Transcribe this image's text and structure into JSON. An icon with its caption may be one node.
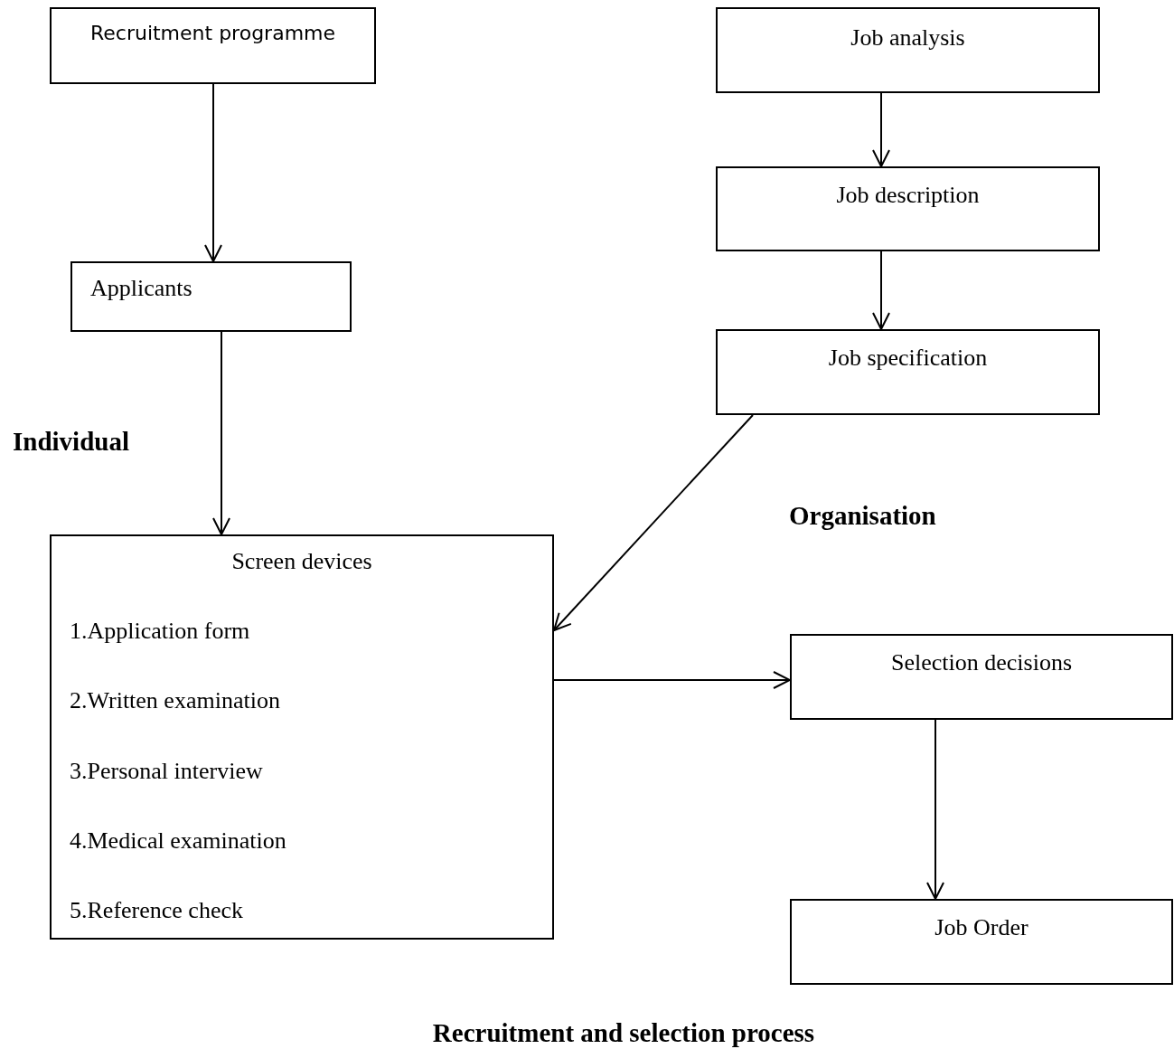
{
  "diagram": {
    "caption": "Recruitment and selection process",
    "nodes": [
      {
        "text": [
          "Recruitment programme"
        ]
      },
      {
        "text": [
          "Applicants"
        ]
      },
      {
        "text": [
          "Job analysis"
        ]
      },
      {
        "text": [
          "Job description"
        ]
      },
      {
        "text": [
          "Job specification"
        ]
      },
      {
        "text": [
          "Screen devices",
          "1.Application form",
          "2.Written examination",
          "3.Personal interview",
          "4.Medical examination",
          "5.Reference check"
        ]
      },
      {
        "text": [
          "Selection decisions"
        ]
      },
      {
        "text": [
          "Job Order"
        ]
      }
    ],
    "edges": [
      {
        "from": 0,
        "to": 1,
        "arrow": "to"
      },
      {
        "from": 1,
        "to": 5,
        "arrow": "to"
      },
      {
        "from": 2,
        "to": 3,
        "arrow": "to"
      },
      {
        "from": 3,
        "to": 4,
        "arrow": "to"
      },
      {
        "from": 4,
        "to": 5,
        "arrow": "to"
      },
      {
        "from": 5,
        "to": 6,
        "arrow": "to"
      },
      {
        "from": 6,
        "to": 7,
        "arrow": "to"
      }
    ],
    "labels": [
      "Individual",
      "Organisation"
    ]
  }
}
